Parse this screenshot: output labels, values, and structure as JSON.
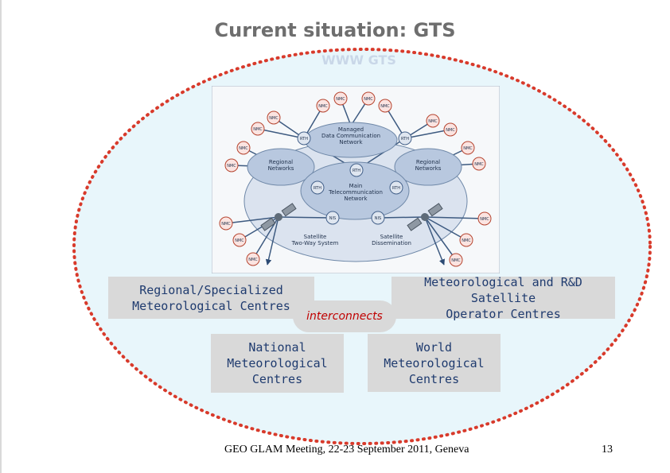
{
  "slide": {
    "title": "Current situation: GTS",
    "subtitle": "WWW GTS",
    "boxes": {
      "regional": "Regional/Specialized\nMeteorological Centres",
      "satellite": "Meteorological and R&D Satellite\nOperator Centres",
      "national": "National\nMeteorological\nCentres",
      "world": "World\nMeteorological\nCentres"
    },
    "connector": "interconnects",
    "footer": "GEO GLAM Meeting, 22-23 September 2011, Geneva",
    "page_number": "13"
  },
  "diagram": {
    "networks": {
      "managed": "Managed\nData Communication\nNetwork",
      "main": "Main\nTelecommunication\nNetwork",
      "regional_left": "Regional\nNetworks",
      "regional_right": "Regional\nNetworks"
    },
    "node_labels": {
      "nmc": "NMC",
      "rth": "RTH",
      "nis": "NIS"
    },
    "satellite_labels": {
      "two_way": "Satellite\nTwo-Way System",
      "dissemination": "Satellite\nDissemination"
    }
  },
  "colors": {
    "oval_fill": "#e8f6fb",
    "oval_border": "#d83a2b",
    "box_fill": "#d9d9d9",
    "box_text": "#1f3b6f",
    "connector_text": "#c00000"
  }
}
